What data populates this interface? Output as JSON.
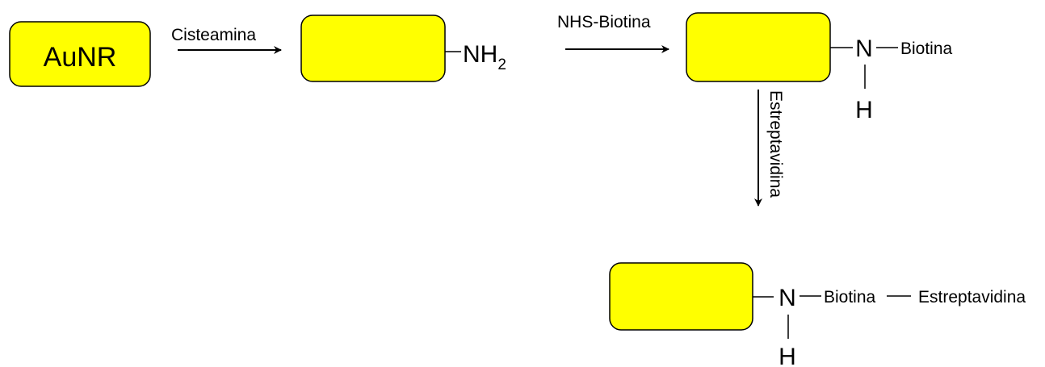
{
  "colors": {
    "box_fill": "#ffff00",
    "stroke": "#000000",
    "background": "#ffffff"
  },
  "nanorod_label": "AuNR",
  "step1": {
    "reagent": "Cisteamina",
    "amine_group": "NH",
    "amine_subscript": "2"
  },
  "step2": {
    "reagent": "NHS-Biotina",
    "nitrogen": "N",
    "hydrogen": "H",
    "biotin": "Biotina"
  },
  "step3": {
    "reagent": "Estreptavidina",
    "nitrogen": "N",
    "hydrogen": "H",
    "biotin": "Biotina",
    "streptavidin": "Estreptavidina"
  }
}
